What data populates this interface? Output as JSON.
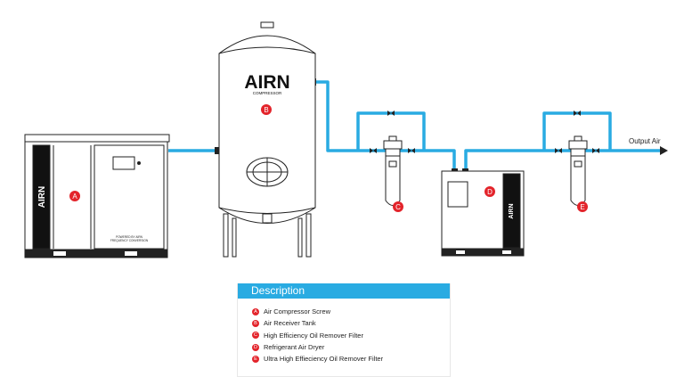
{
  "colors": {
    "pipe": "#29abe2",
    "badge": "#e3242b",
    "outline": "#222222",
    "header": "#29abe2"
  },
  "tank_logo": "AIRN",
  "tank_logo_sub": "COMPRESSOR",
  "compressor_logo": "AIRN",
  "dryer_logo": "AIRN",
  "compressor_plate": [
    "POWERED BY AIRN",
    "FREQUENCY CONVERSION"
  ],
  "output_label": "Output Air",
  "components": [
    {
      "letter": "A",
      "label": "Air Compressor Screw"
    },
    {
      "letter": "B",
      "label": "Air Receiver Tank"
    },
    {
      "letter": "C",
      "label": "High Efficiency Oil Remover Filter"
    },
    {
      "letter": "D",
      "label": "Refrigerant Air Dryer"
    },
    {
      "letter": "E",
      "label": "Ultra High Effieciency Oil Remover Filter"
    }
  ],
  "description": {
    "title": "Description"
  }
}
